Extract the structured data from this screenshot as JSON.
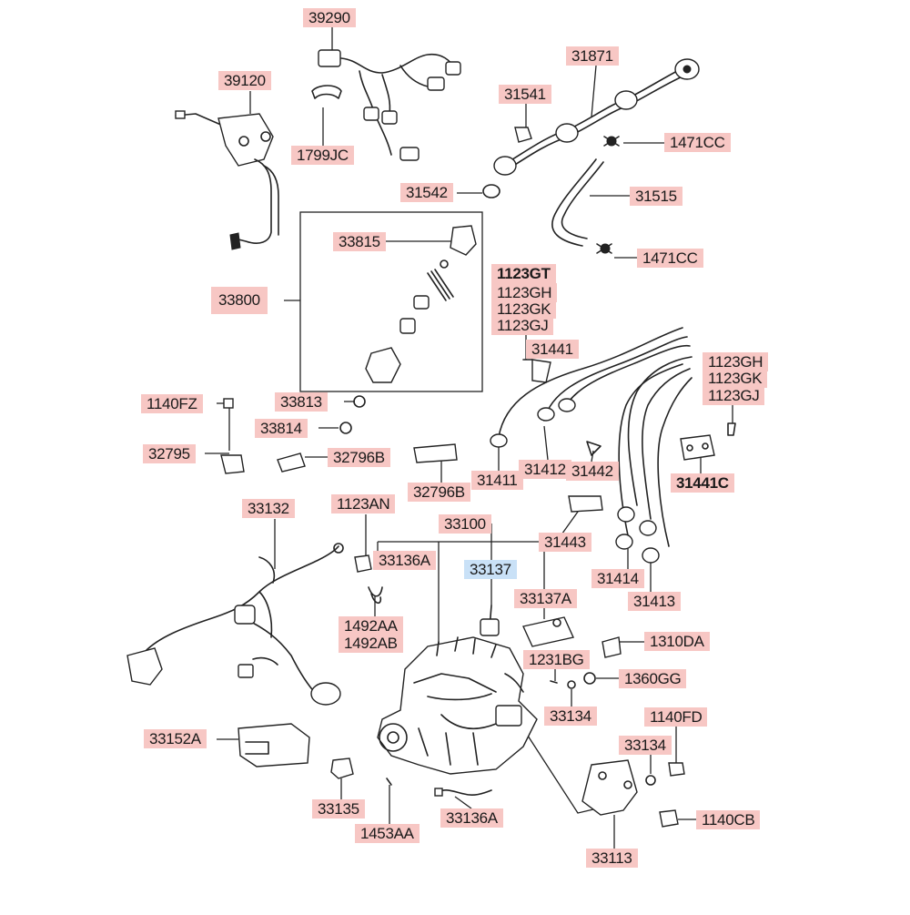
{
  "labels": {
    "p39290": "39290",
    "p39120": "39120",
    "p1799JC": "1799JC",
    "p31871": "31871",
    "p31541": "31541",
    "p1471CC_a": "1471CC",
    "p31542": "31542",
    "p31515": "31515",
    "p1471CC_b": "1471CC",
    "p33815": "33815",
    "p33800": "33800",
    "p1123GT": "1123GT",
    "p1123GH_a": "1123GH",
    "p1123GK_a": "1123GK",
    "p1123GJ_a": "1123GJ",
    "p31441": "31441",
    "p1123GH_b": "1123GH",
    "p1123GK_b": "1123GK",
    "p1123GJ_b": "1123GJ",
    "p1140FZ": "1140FZ",
    "p33813": "33813",
    "p33814": "33814",
    "p32795": "32795",
    "p32796B_a": "32796B",
    "p32796B_b": "32796B",
    "p31411": "31411",
    "p31412": "31412",
    "p31442": "31442",
    "p31441C": "31441C",
    "p33132": "33132",
    "p1123AN": "1123AN",
    "p33100": "33100",
    "p33136A_a": "33136A",
    "p31443": "31443",
    "p33137": "33137",
    "p31414": "31414",
    "p33137A": "33137A",
    "p31413": "31413",
    "p1492AA": "1492AA",
    "p1492AB": "1492AB",
    "p1310DA": "1310DA",
    "p1231BG": "1231BG",
    "p1360GG": "1360GG",
    "p33134_a": "33134",
    "p1140FD": "1140FD",
    "p33152A": "33152A",
    "p33134_b": "33134",
    "p33135": "33135",
    "p1453AA": "1453AA",
    "p33136A_b": "33136A",
    "p1140CB": "1140CB",
    "p33113": "33113"
  },
  "colors": {
    "label_bg": "#f7c7c4",
    "selected_bg": "#c9e1f7",
    "line": "#222222"
  }
}
